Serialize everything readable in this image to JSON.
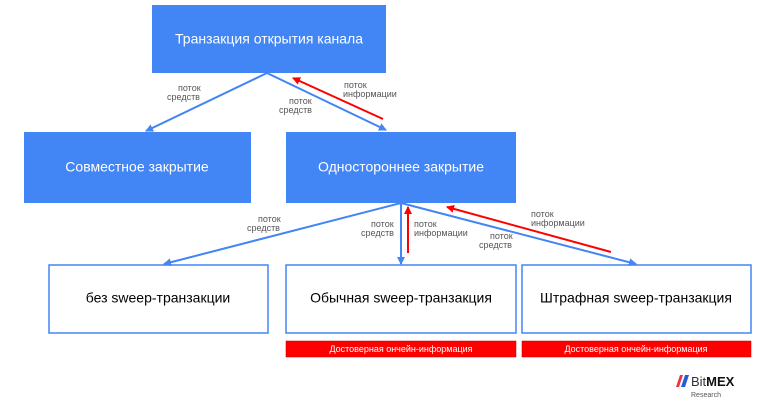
{
  "nodes": {
    "funding": "Транзакция открытия канала",
    "cooperative": "Совместное закрытие",
    "unilateral": "Одностороннее закрытие",
    "no_sweep": "без sweep-транзакции",
    "normal_sweep": "Обычная sweep-транзакция",
    "penalty_sweep": "Штрафная sweep-транзакция"
  },
  "labels": {
    "funds_1": "поток",
    "funds_2": "средств",
    "info_1": "поток",
    "info_2": "информации"
  },
  "badges": {
    "normal": "Достоверная ончейн-информация",
    "penalty": "Достоверная ончейн-информация"
  },
  "logo": {
    "brand_a": "Bit",
    "brand_b": "MEX",
    "sub": "Research"
  },
  "colors": {
    "blue": "#4285f4",
    "red": "#ff0000",
    "label": "#555555"
  }
}
